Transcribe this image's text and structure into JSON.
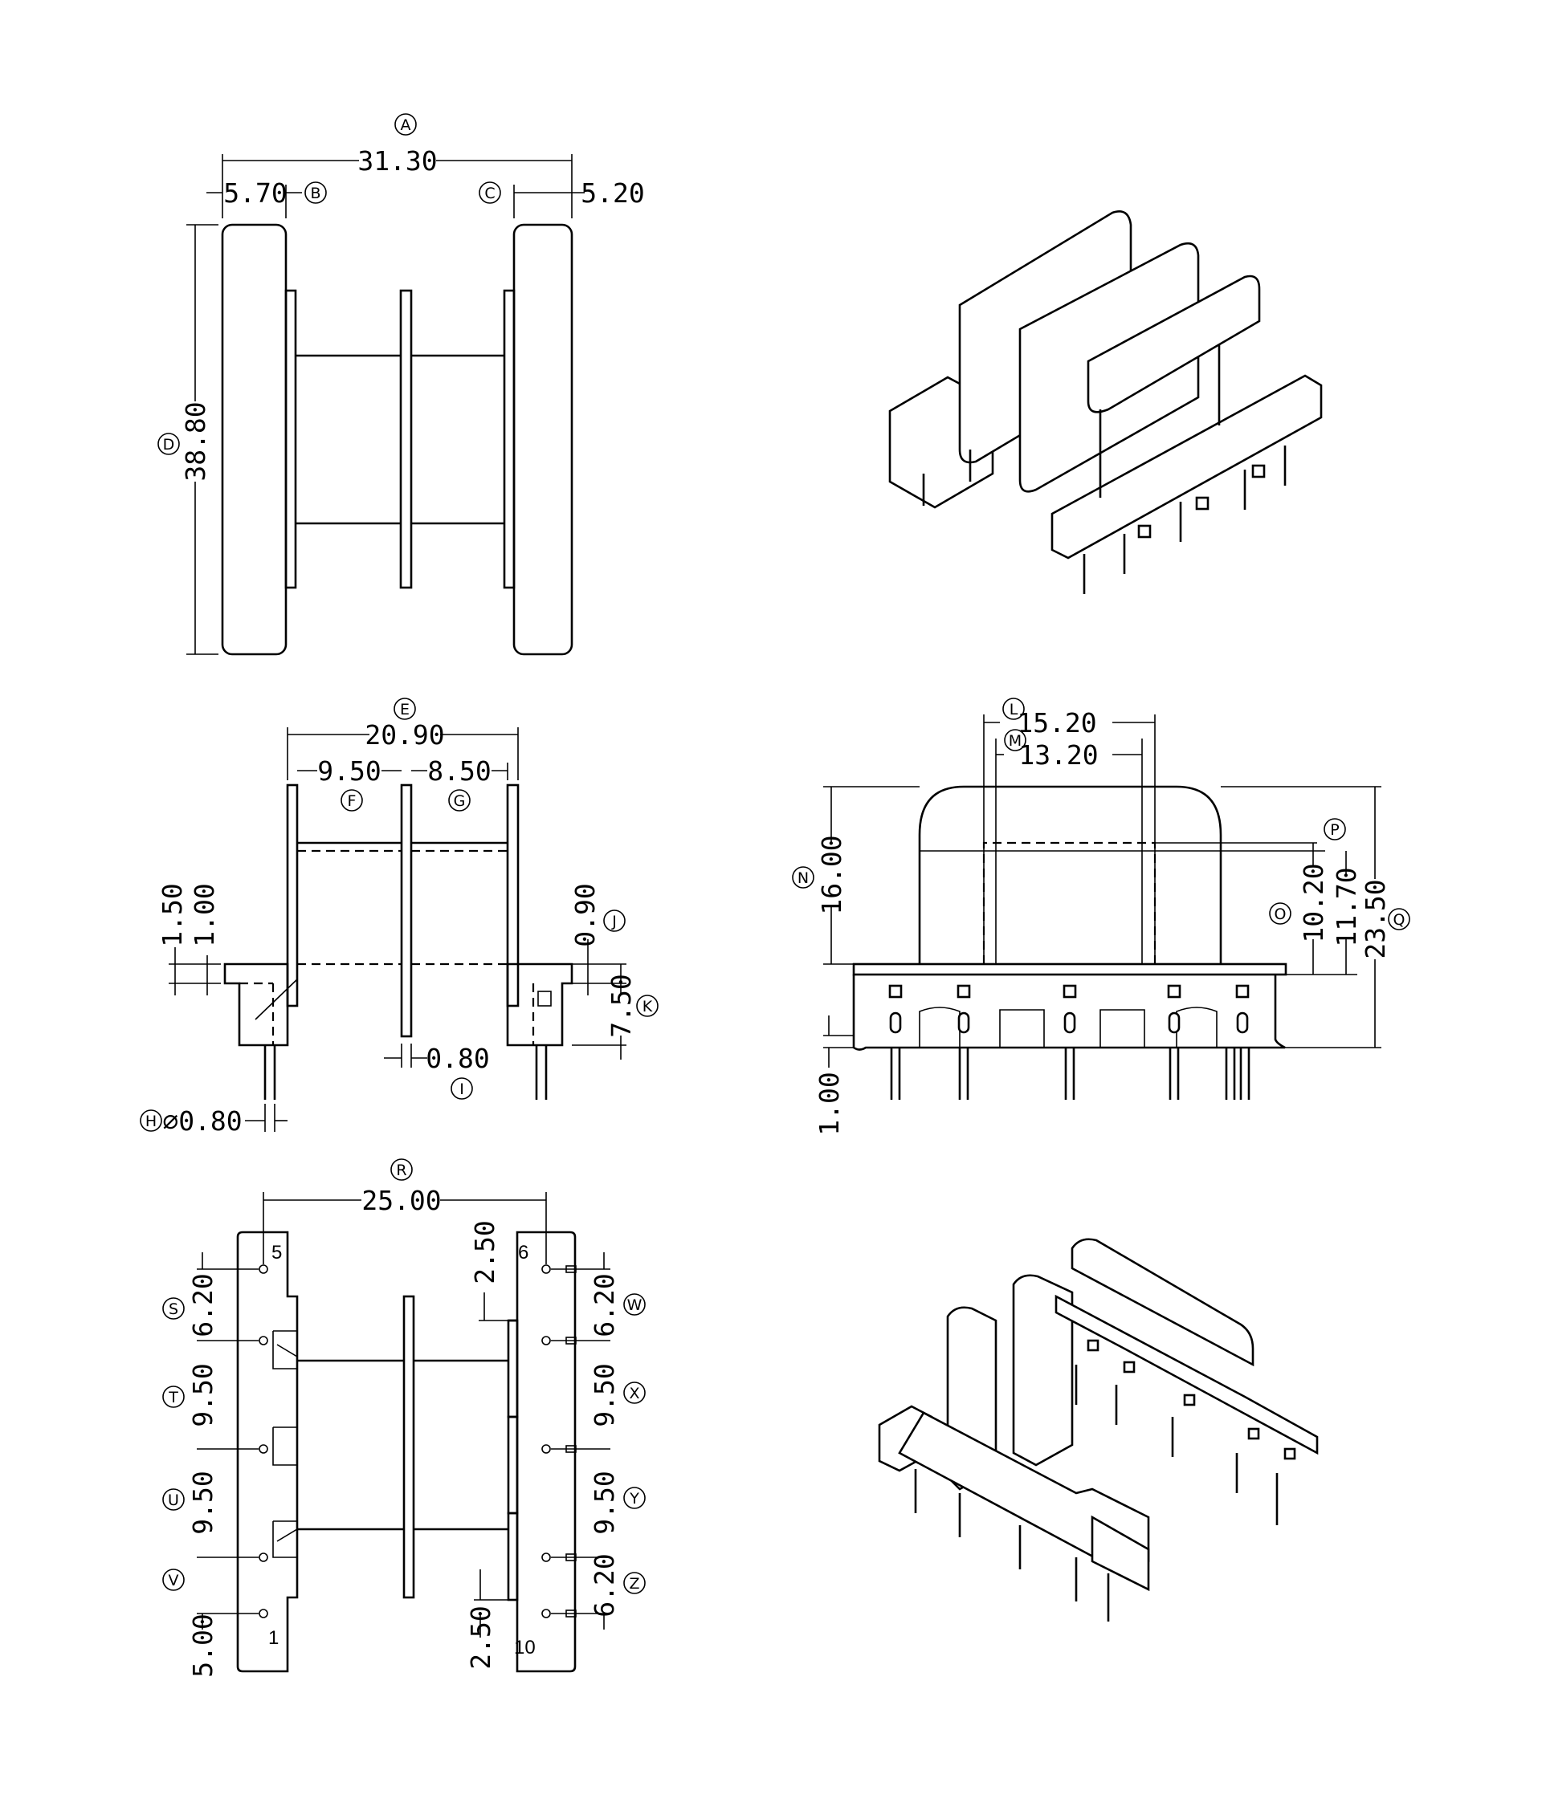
{
  "top_view": {
    "A": {
      "ref": "A",
      "value": "31.30"
    },
    "B": {
      "ref": "B",
      "value": "5.70"
    },
    "C": {
      "ref": "C",
      "value": "5.20"
    },
    "D": {
      "ref": "D",
      "value": "38.80"
    }
  },
  "side_view": {
    "E": {
      "ref": "E",
      "value": "20.90"
    },
    "F": {
      "ref": "F",
      "value": "9.50"
    },
    "G": {
      "ref": "G",
      "value": "8.50"
    },
    "H": {
      "ref": "H",
      "value": "⌀0.80"
    },
    "I": {
      "ref": "I",
      "value": "0.80"
    },
    "J": {
      "ref": "J",
      "value": "0.90"
    },
    "K": {
      "ref": "K",
      "value": "7.50"
    },
    "d150": "1.50",
    "d100": "1.00"
  },
  "front_view": {
    "L": {
      "ref": "L",
      "value": "15.20"
    },
    "M": {
      "ref": "M",
      "value": "13.20"
    },
    "N": {
      "ref": "N",
      "value": "16.00"
    },
    "O": {
      "ref": "O",
      "value": "10.20"
    },
    "P": {
      "ref": "P"
    },
    "Q": {
      "ref": "Q",
      "value": "23.50"
    },
    "d1170": "11.70",
    "d100": "1.00"
  },
  "bottom_view": {
    "R": {
      "ref": "R",
      "value": "25.00"
    },
    "S": {
      "ref": "S",
      "value": "6.20"
    },
    "T": {
      "ref": "T",
      "value": "9.50"
    },
    "U": {
      "ref": "U",
      "value": "9.50"
    },
    "V": {
      "ref": "V",
      "value": "5.00"
    },
    "W": {
      "ref": "W",
      "value": "6.20"
    },
    "X": {
      "ref": "X",
      "value": "9.50"
    },
    "Y": {
      "ref": "Y",
      "value": "9.50"
    },
    "Z": {
      "ref": "Z",
      "value": "6.20"
    },
    "d250a": "2.50",
    "d250b": "2.50",
    "pins": {
      "p1": "1",
      "p5": "5",
      "p6": "6",
      "p10": "10"
    }
  }
}
